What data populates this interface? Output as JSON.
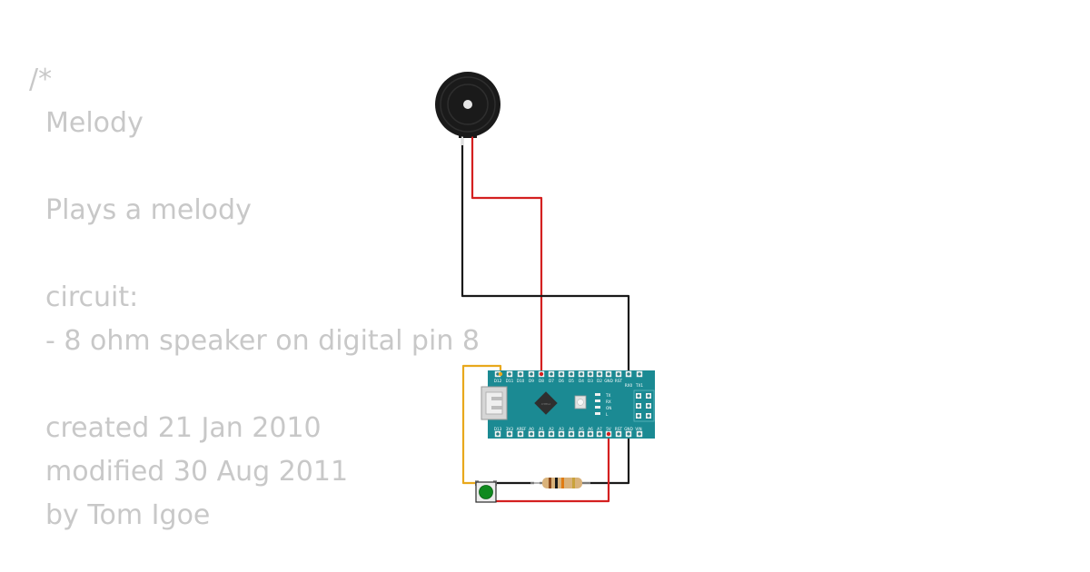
{
  "comment": {
    "open": "/*",
    "title": "Melody",
    "description": "Plays a melody",
    "circuit_label": "circuit:",
    "circuit_item": "- 8 ohm speaker on digital pin 8",
    "created": "created 21 Jan 2010",
    "modified": "modified 30 Aug 2011",
    "author": "by Tom Igoe"
  },
  "board": {
    "top_pins": [
      "D12",
      "D11",
      "D10",
      "D9",
      "D8",
      "D7",
      "D6",
      "D5",
      "D4",
      "D3",
      "D2",
      "GND",
      "RST",
      "RX0",
      "TX1"
    ],
    "bottom_pins": [
      "D13",
      "3V3",
      "AREF",
      "A0",
      "A1",
      "A2",
      "A3",
      "A4",
      "A5",
      "A6",
      "A7",
      "5V",
      "RST",
      "GND",
      "VIN"
    ],
    "leds": [
      "TX",
      "RX",
      "ON",
      "L"
    ],
    "chip_text": "ATMEGA"
  },
  "colors": {
    "background": "#ffffff",
    "comment_text": "#c8c8c8",
    "board": "#1b8a93",
    "wire_red": "#d42020",
    "wire_black": "#1a1a1a",
    "wire_yellow": "#e8a81c",
    "button_cap": "#0f8a1e"
  }
}
